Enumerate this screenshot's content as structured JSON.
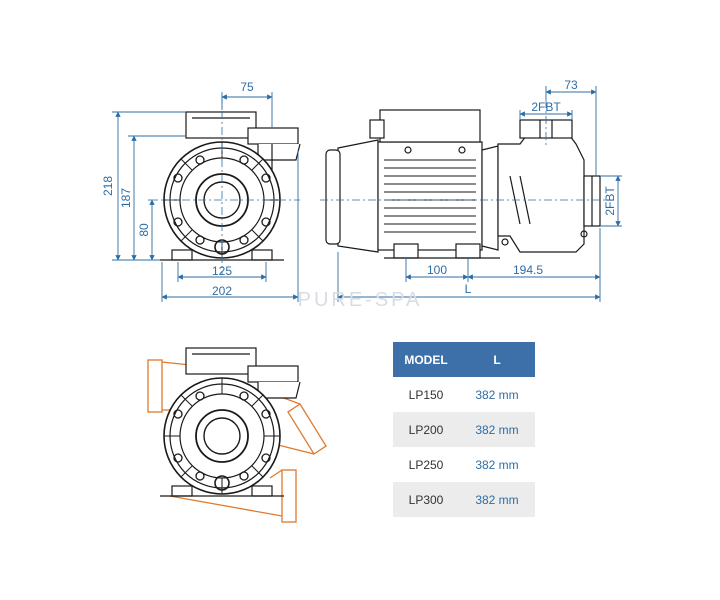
{
  "watermark": "PURE-SPA",
  "dimensions": {
    "d75": "75",
    "d218": "218",
    "d187": "187",
    "d80": "80",
    "d125": "125",
    "d202": "202",
    "d73": "73",
    "d2fbt_top": "2FBT",
    "d2fbt_side": "2FBT",
    "d100": "100",
    "d194_5": "194.5",
    "dL": "L"
  },
  "table": {
    "headers": [
      "MODEL",
      "L"
    ],
    "rows": [
      {
        "model": "LP150",
        "length": "382 mm"
      },
      {
        "model": "LP200",
        "length": "382 mm"
      },
      {
        "model": "LP250",
        "length": "382 mm"
      },
      {
        "model": "LP300",
        "length": "382 mm"
      }
    ]
  },
  "colors": {
    "dimension": "#2e6da4",
    "outline": "#1a1a1a",
    "highlight": "#e07a2e",
    "table_header": "#3d6fa8"
  }
}
